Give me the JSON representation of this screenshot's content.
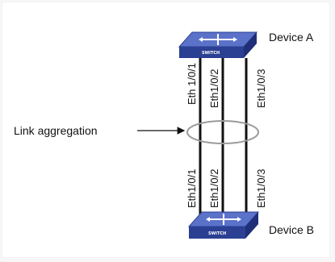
{
  "diagram": {
    "device_a": {
      "label": "Device A",
      "badge": "SWITCH"
    },
    "device_b": {
      "label": "Device B",
      "badge": "SWITCH"
    },
    "aggregation_label": "Link aggregation",
    "ports_a": [
      "Eth 1/0/1",
      "Eth1/0/2",
      "Eth1/0/3"
    ],
    "ports_b": [
      "Eth1/0/1",
      "Eth1/0/2",
      "Eth1/0/3"
    ],
    "colors": {
      "switch_top": "#5b72c9",
      "switch_front": "#2b3f93",
      "switch_side": "#1f2f78",
      "link": "#111111",
      "ellipse": "#9a9a9a"
    }
  }
}
